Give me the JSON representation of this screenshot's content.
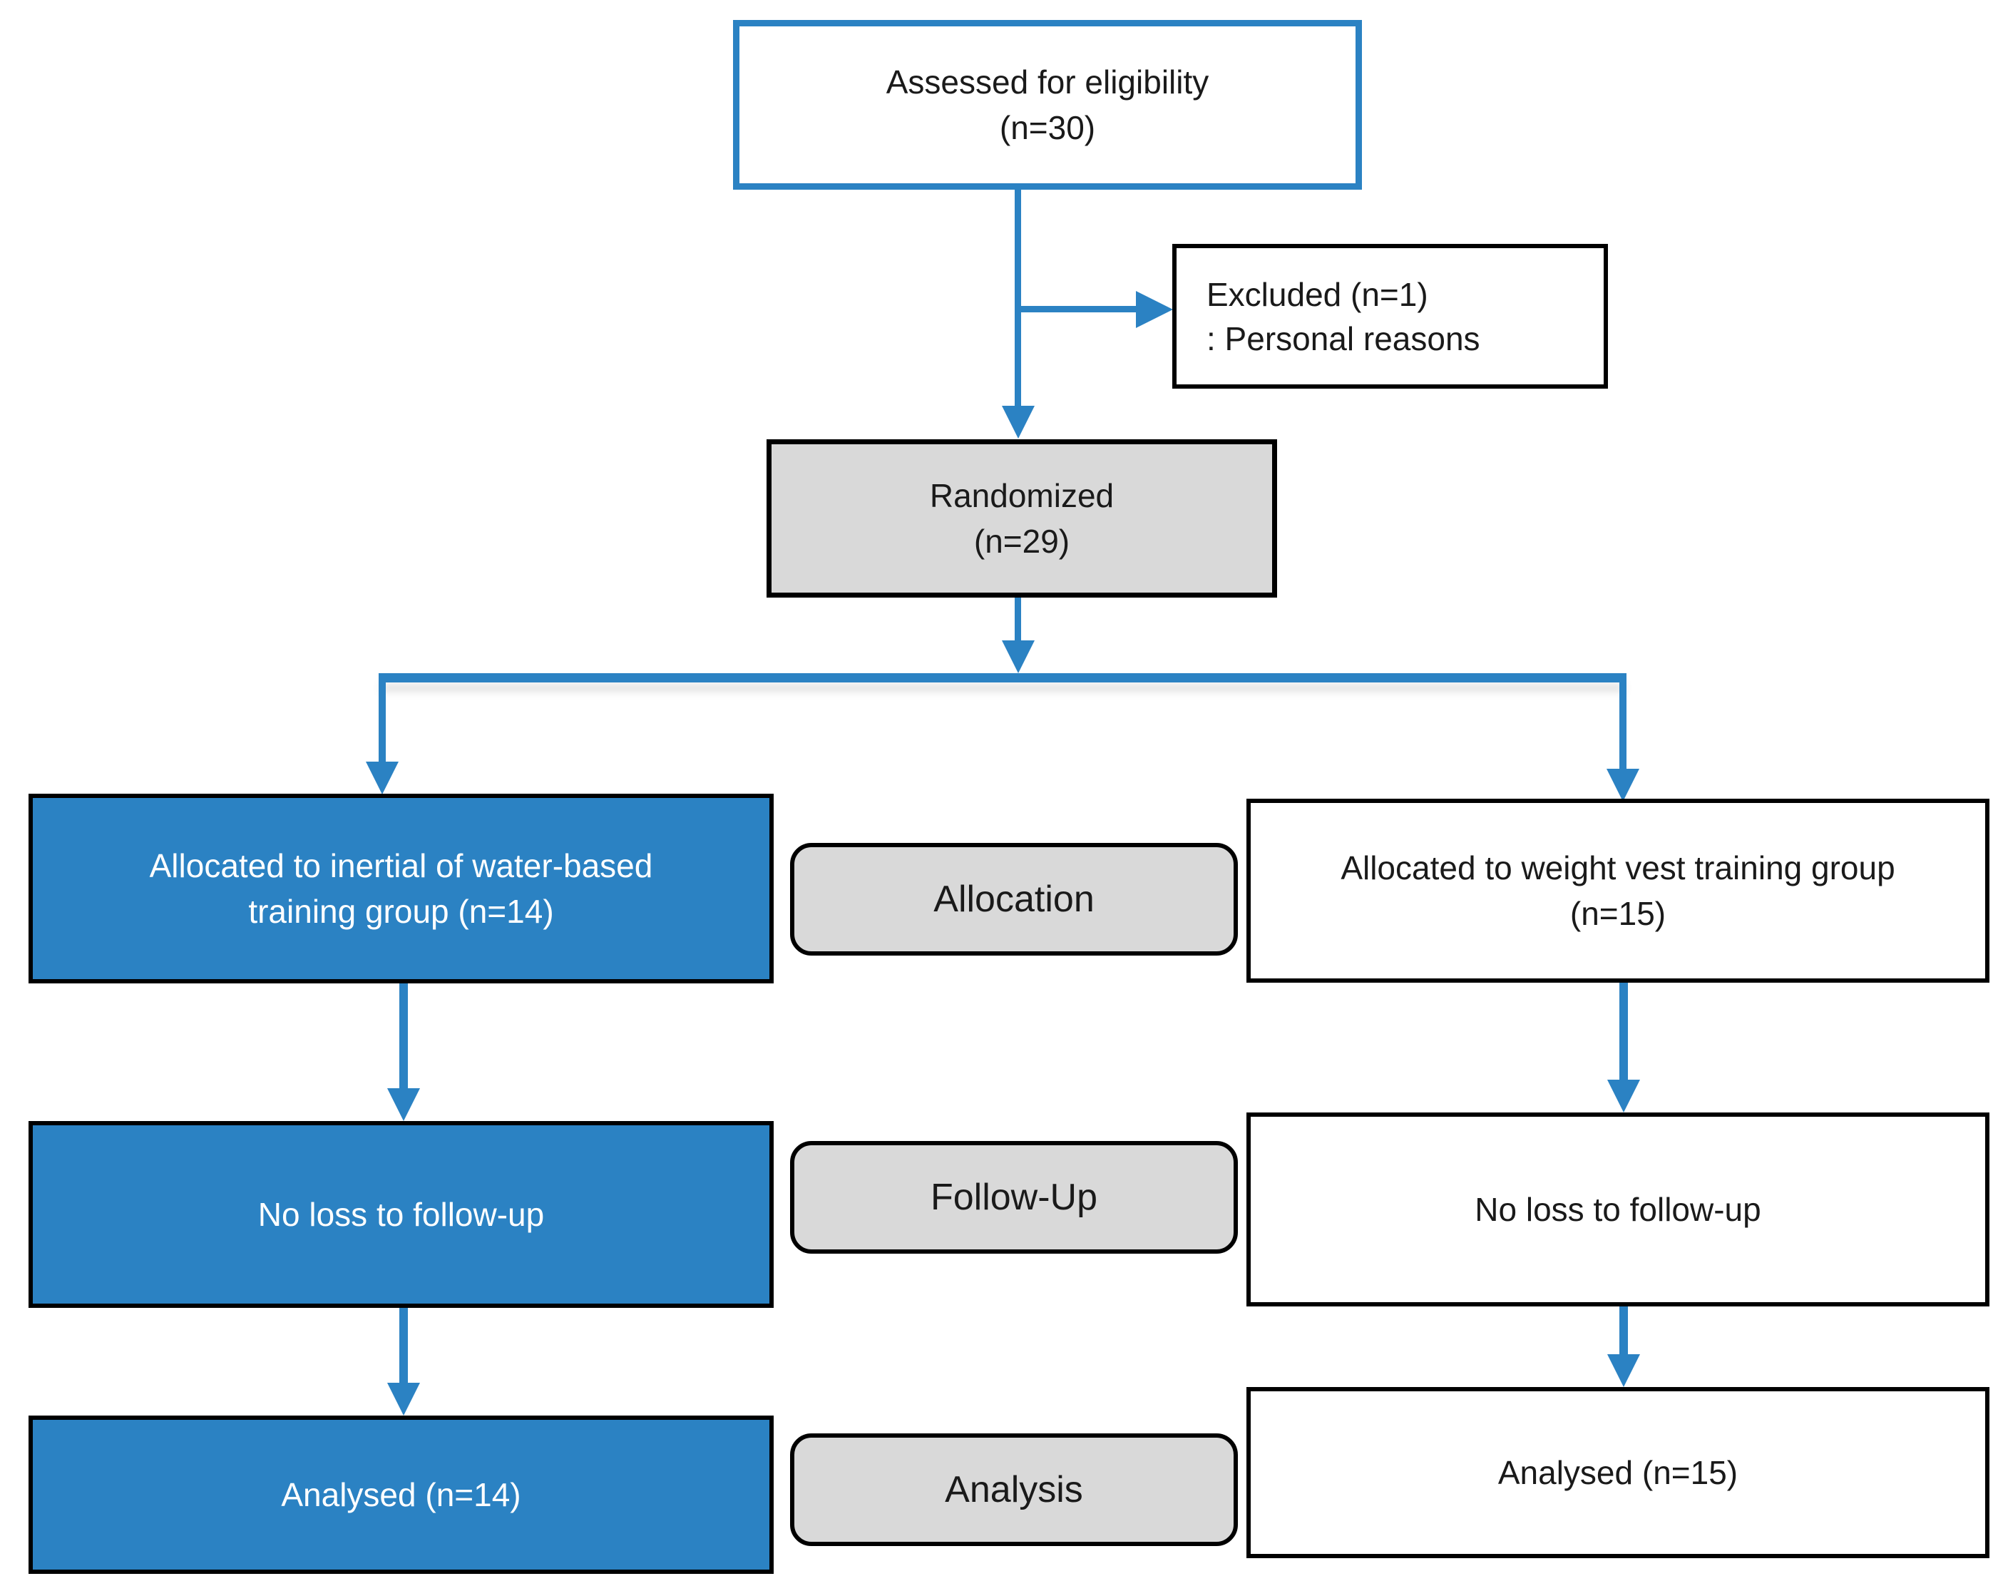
{
  "colors": {
    "blue": "#2B82C3",
    "gray": "#D9D9D9",
    "ink": "#000000",
    "text": "#1A1A1A"
  },
  "nodes": {
    "assessed": {
      "line1": "Assessed for eligibility",
      "line2": "(n=30)"
    },
    "excluded": {
      "line1": "Excluded (n=1)",
      "line2": ": Personal reasons"
    },
    "randomized": {
      "line1": "Randomized",
      "line2": "(n=29)"
    },
    "alloc_left": {
      "line1": "Allocated to inertial of water-based",
      "line2": "training group (n=14)"
    },
    "alloc_right": {
      "line1": "Allocated to weight vest training group",
      "line2": "(n=15)"
    },
    "followup_left": {
      "line1": "No loss to follow-up"
    },
    "followup_right": {
      "line1": "No loss to follow-up"
    },
    "analysed_left": {
      "line1": "Analysed (n=14)"
    },
    "analysed_right": {
      "line1": "Analysed (n=15)"
    }
  },
  "stages": {
    "allocation": "Allocation",
    "followup": "Follow-Up",
    "analysis": "Analysis"
  }
}
